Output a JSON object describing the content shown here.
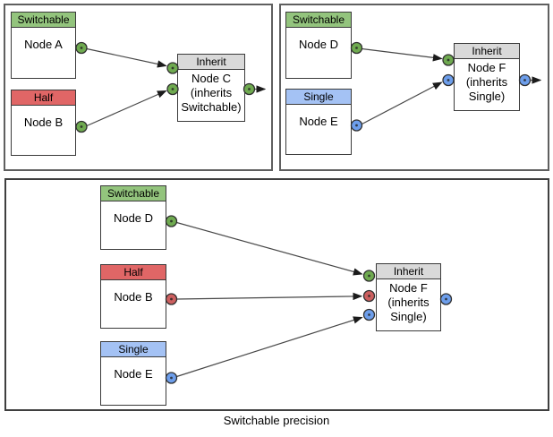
{
  "caption": "Switchable precision",
  "colors": {
    "switchable_green": "#93c47d",
    "half_red": "#e06666",
    "single_blue": "#a4c2f4",
    "inherit_gray": "#d9d9d9",
    "port_green": "#6faa50",
    "port_red": "#cc5f5f",
    "port_blue": "#6d9eeb",
    "node_border": "#3a3a3a",
    "panel_border": "#5f5f5f",
    "panel_border_dark": "#3f3f3f",
    "wire": "#474747"
  },
  "panels": {
    "top_left": {
      "node_a": {
        "header": "Switchable",
        "label": "Node A"
      },
      "node_b": {
        "header": "Half",
        "label": "Node B"
      },
      "node_c": {
        "header": "Inherit",
        "line1": "Node C",
        "line2": "(inherits",
        "line3": "Switchable)"
      }
    },
    "top_right": {
      "node_d": {
        "header": "Switchable",
        "label": "Node D"
      },
      "node_e": {
        "header": "Single",
        "label": "Node E"
      },
      "node_f": {
        "header": "Inherit",
        "line1": "Node F",
        "line2": "(inherits",
        "line3": "Single)"
      }
    },
    "bottom": {
      "node_d": {
        "header": "Switchable",
        "label": "Node D"
      },
      "node_b": {
        "header": "Half",
        "label": "Node B"
      },
      "node_e": {
        "header": "Single",
        "label": "Node E"
      },
      "node_f": {
        "header": "Inherit",
        "line1": "Node F",
        "line2": "(inherits",
        "line3": "Single)"
      }
    }
  }
}
